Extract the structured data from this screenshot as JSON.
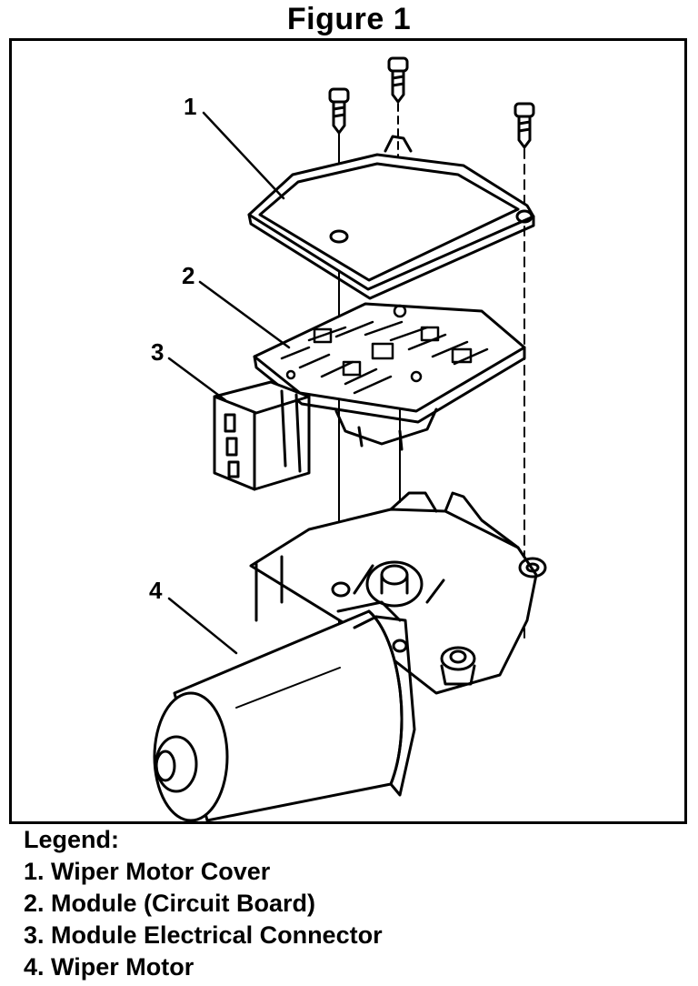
{
  "figure": {
    "title": "Figure 1"
  },
  "callouts": [
    "1",
    "2",
    "3",
    "4"
  ],
  "legend": {
    "heading": "Legend:",
    "items": [
      "1.  Wiper Motor Cover",
      "2. Module (Circuit Board)",
      "3.  Module Electrical Connector",
      "4.  Wiper Motor"
    ]
  }
}
